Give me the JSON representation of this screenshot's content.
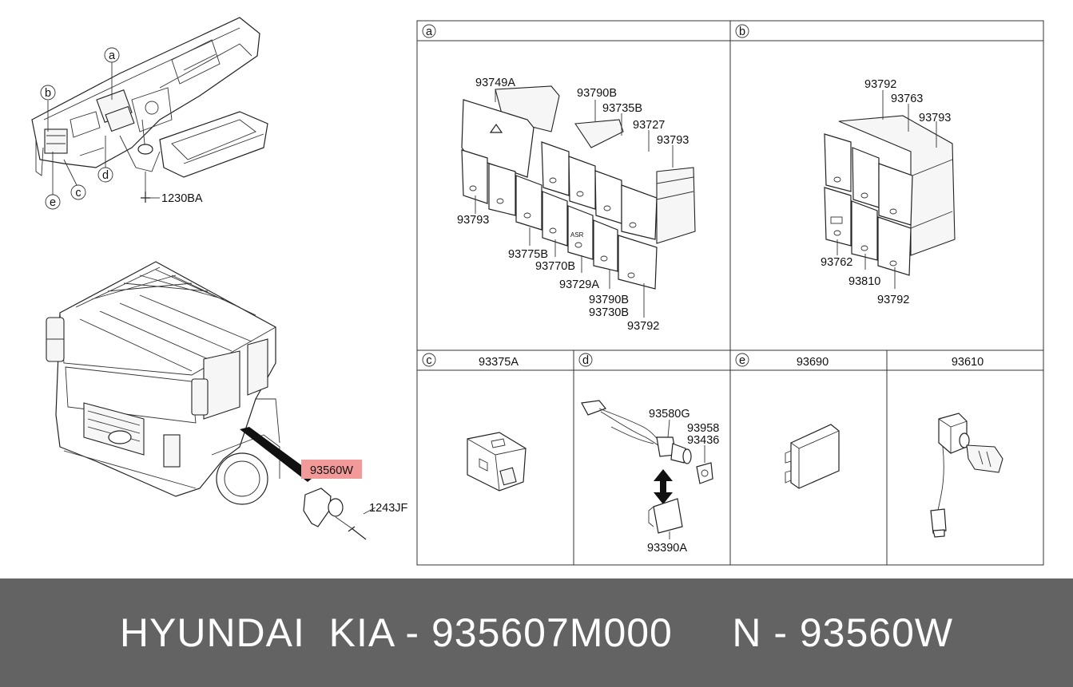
{
  "overview": {
    "callouts": [
      "a",
      "b",
      "c",
      "d",
      "e"
    ],
    "bolt_dash": "1230BA",
    "highlight_part": "93560W",
    "highlight_color": "#f29a9a",
    "screw_part": "1243JF"
  },
  "panel_a": {
    "letter": "a",
    "labels": [
      "93749A",
      "93790B",
      "93735B",
      "93727",
      "93793",
      "93793",
      "93775B",
      "93770B",
      "93729A",
      "93790B",
      "93730B",
      "93792"
    ],
    "switch_icons": [
      "ASR"
    ]
  },
  "panel_b": {
    "letter": "b",
    "labels": [
      "93792",
      "93763",
      "93793",
      "93762",
      "93810",
      "93792"
    ]
  },
  "panel_c": {
    "letter": "c",
    "title": "93375A"
  },
  "panel_d": {
    "letter": "d",
    "labels": [
      "93580G",
      "93958",
      "93436",
      "93390A"
    ]
  },
  "panel_e": {
    "letter": "e",
    "title": "93690"
  },
  "panel_f": {
    "title": "93610"
  },
  "banner": {
    "text": "HYUNDAI  KIA - 935607M000     N - 93560W",
    "background": "#636363"
  }
}
